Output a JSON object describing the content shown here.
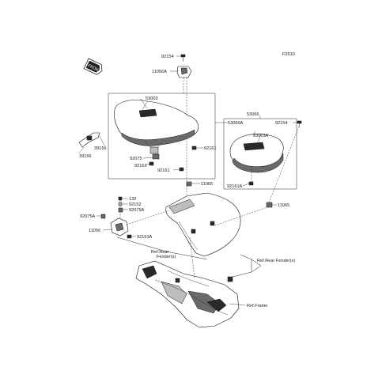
{
  "figure": {
    "code": "F2510",
    "front_label": "FRONT"
  },
  "labels": {
    "l_92154_top": "92154",
    "l_11056a": "11056A",
    "l_53003": "53003",
    "l_53066": "53066",
    "l_53066a": "53066A",
    "l_92154_right": "92154",
    "l_53003a": "53003A",
    "l_39156_a": "39156",
    "l_39156_b": "39156",
    "l_92075": "92075",
    "l_92161_a": "92161",
    "l_92161_b": "92161",
    "l_92161_c": "92161",
    "l_92161a_right": "92161A",
    "l_11065_a": "11065",
    "l_11065_b": "11065",
    "l_132": "132",
    "l_92152": "92152",
    "l_92075a_a": "92075A",
    "l_92075a_b": "92075A",
    "l_11056": "11056",
    "l_92161a_left": "92161A",
    "l_ref_rear_fender_a1": "Ref.Rear",
    "l_ref_rear_fender_a2": "Fender(s)",
    "l_ref_rear_fender_b": "Ref.Rear Fender(s)",
    "l_ref_frame": "Ref.Frame"
  }
}
